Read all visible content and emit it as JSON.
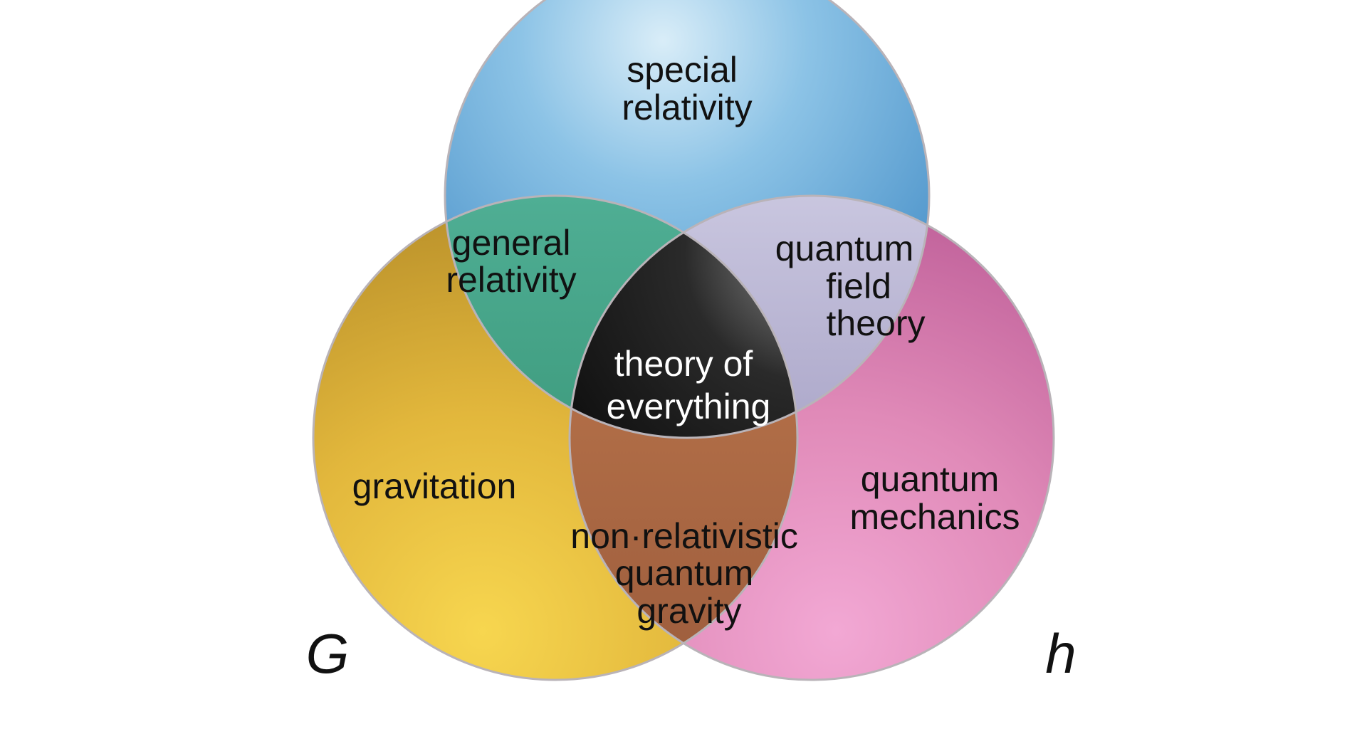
{
  "regions": {
    "special_relativity": [
      "special",
      "relativity"
    ],
    "general_relativity": [
      "general",
      "relativity"
    ],
    "quantum_field_theory": [
      "quantum",
      "field",
      "theory"
    ],
    "theory_of_everything": [
      "theory of",
      "everything"
    ],
    "gravitation": [
      "gravitation"
    ],
    "quantum_mechanics": [
      "quantum",
      "mechanics"
    ],
    "non_relativistic_quantum_gravity": [
      "non·relativistic",
      "quantum",
      "gravity"
    ]
  },
  "constants": {
    "gravitational": "G",
    "planck": "h"
  },
  "colors": {
    "top_circle": "#5fa8d8",
    "left_circle": "#e2b73c",
    "right_circle": "#e48fbf",
    "top_left_overlap": "#3f9c80",
    "top_right_overlap": "#a9a5c9",
    "left_right_overlap": "#b9764d",
    "center_overlap": "#0b0b0b"
  }
}
